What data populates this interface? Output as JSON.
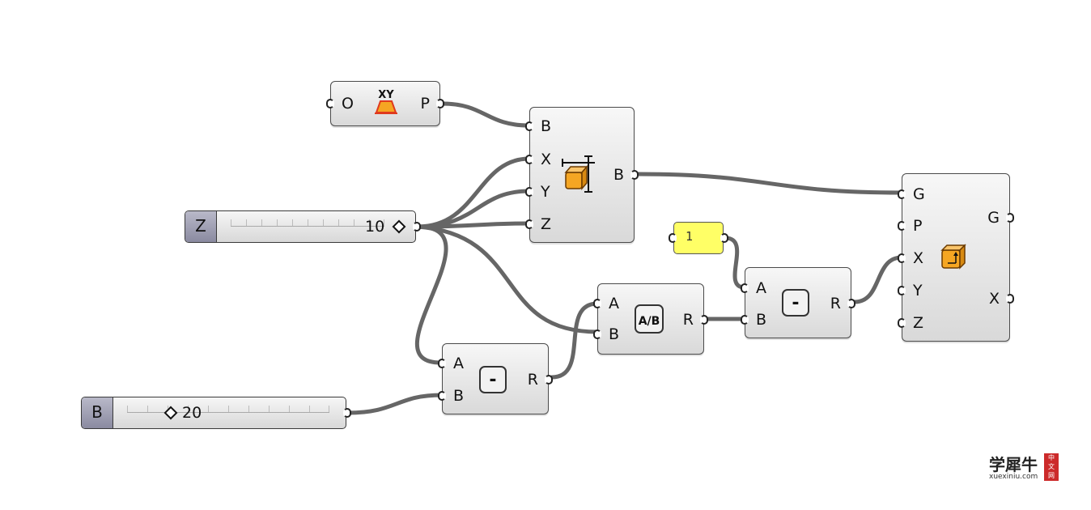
{
  "components": {
    "xy_plane": {
      "inputs": [
        "O"
      ],
      "outputs": [
        "P"
      ],
      "icon": "xy-plane-icon",
      "icon_text": "XY"
    },
    "box": {
      "inputs": [
        "B",
        "X",
        "Y",
        "Z"
      ],
      "outputs": [
        "B"
      ],
      "icon": "box-icon"
    },
    "subtract_1": {
      "inputs": [
        "A",
        "B"
      ],
      "outputs": [
        "R"
      ],
      "icon": "minus-icon",
      "icon_text": "-"
    },
    "division": {
      "inputs": [
        "A",
        "B"
      ],
      "outputs": [
        "R"
      ],
      "icon": "division-icon",
      "icon_text": "A/B"
    },
    "subtract_2": {
      "inputs": [
        "A",
        "B"
      ],
      "outputs": [
        "R"
      ],
      "icon": "minus-icon",
      "icon_text": "-"
    },
    "move": {
      "inputs": [
        "G",
        "P",
        "X",
        "Y",
        "Z"
      ],
      "outputs": [
        "G",
        "X"
      ],
      "icon": "move-icon"
    }
  },
  "sliders": {
    "z": {
      "label": "Z",
      "value": "10"
    },
    "b": {
      "label": "B",
      "value": "20"
    }
  },
  "panel": {
    "value": "1"
  },
  "watermark": {
    "title": "学犀牛",
    "url": "xuexiniu.com",
    "seal": [
      "中",
      "文",
      "网"
    ]
  },
  "colors": {
    "wire": "#666666",
    "panel": "#ffff66",
    "icon_orange": "#f5a623",
    "icon_red": "#e03a1e",
    "slider_tag": "#9a9ab0"
  }
}
